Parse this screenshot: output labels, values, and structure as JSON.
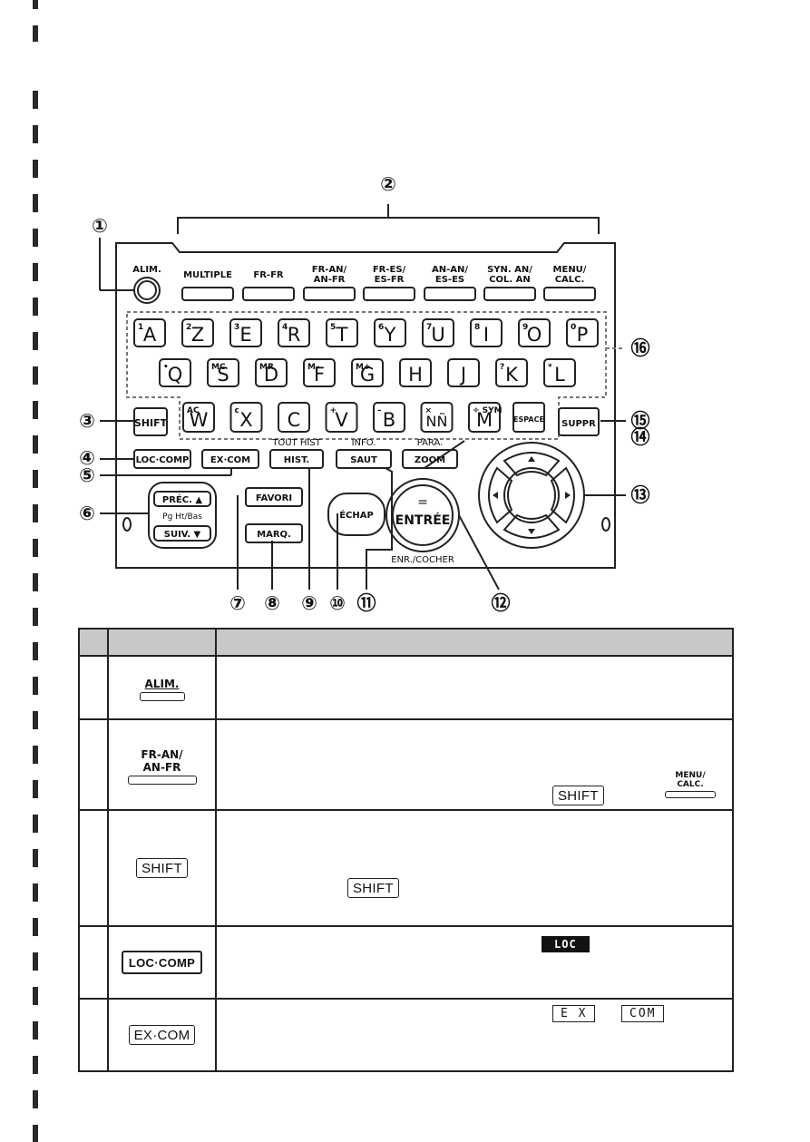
{
  "callouts": [
    "①",
    "②",
    "③",
    "④",
    "⑤",
    "⑥",
    "⑦",
    "⑧",
    "⑨",
    "⑩",
    "⑪",
    "⑫",
    "⑬",
    "⑭",
    "⑮",
    "⑯"
  ],
  "top_keys": {
    "alim": "ALIM.",
    "multiple": "MULTIPLE",
    "fr_fr": "FR-FR",
    "fr_an_1": "FR-AN/",
    "fr_an_2": "AN-FR",
    "fr_es_1": "FR-ES/",
    "fr_es_2": "ES-FR",
    "an_an_1": "AN-AN/",
    "an_an_2": "ES-ES",
    "syn_1": "SYN. AN/",
    "syn_2": "COL. AN",
    "menu_1": "MENU/",
    "menu_2": "CALC."
  },
  "rows": {
    "row1": [
      {
        "main": "A",
        "sub": "1"
      },
      {
        "main": "Z",
        "sub": "2"
      },
      {
        "main": "E",
        "sub": "3"
      },
      {
        "main": "R",
        "sub": "4"
      },
      {
        "main": "T",
        "sub": "5"
      },
      {
        "main": "Y",
        "sub": "6"
      },
      {
        "main": "U",
        "sub": "7"
      },
      {
        "main": "I",
        "sub": "8"
      },
      {
        "main": "O",
        "sub": "9"
      },
      {
        "main": "P",
        "sub": "0"
      }
    ],
    "row2": [
      {
        "main": "Q",
        "sub": "•"
      },
      {
        "main": "S",
        "sub": "MC"
      },
      {
        "main": "D",
        "sub": "MR"
      },
      {
        "main": "F",
        "sub": "M–"
      },
      {
        "main": "G",
        "sub": "M+"
      },
      {
        "main": "H",
        "sub": ""
      },
      {
        "main": "J",
        "sub": ""
      },
      {
        "main": "K",
        "sub": "?"
      },
      {
        "main": "L",
        "sub": "*"
      }
    ],
    "row3": [
      {
        "main": "W",
        "sub": "AC"
      },
      {
        "main": "X",
        "sub": "c"
      },
      {
        "main": "C",
        "sub": ""
      },
      {
        "main": "V",
        "sub": "+"
      },
      {
        "main": "B",
        "sub": "–"
      },
      {
        "main": "NÑ",
        "sub": "×"
      },
      {
        "main": "M",
        "sub": "÷ SYM"
      }
    ]
  },
  "keys": {
    "shift": "SHIFT",
    "espace": "ESPACE",
    "suppr": "SUPPR",
    "loc_comp": "LOC·COMP",
    "ex_com": "EX·COM",
    "tout_hist": "TOUT HIST",
    "hist": "HIST.",
    "info": "INFO.",
    "saut": "SAUT",
    "para": "PARA.",
    "zoom": "ZOOM",
    "prec": "PRÉC. ▲",
    "pg": "Pg Ht/Bas",
    "suiv": "SUIV. ▼",
    "favori": "FAVORI",
    "marq": "MARQ.",
    "echap": "ÉCHAP",
    "equals": "=",
    "entree": "ENTRÉE",
    "enr": "ENR./COCHER"
  },
  "table": {
    "headers": [
      "",
      "",
      ""
    ],
    "rows": [
      {
        "icon_text": "ALIM."
      },
      {
        "icon_text_1": "FR-AN/",
        "icon_text_2": "AN-FR",
        "shift": "SHIFT",
        "menu_1": "MENU/",
        "menu_2": "CALC."
      },
      {
        "icon_text": "SHIFT",
        "shift": "SHIFT"
      },
      {
        "icon_text": "LOC·COMP",
        "indicator": "LOC"
      },
      {
        "icon_text": "EX·COM",
        "indicator_1": "E X",
        "indicator_2": "COM"
      }
    ]
  },
  "colors": {
    "line": "#222222",
    "header_bg": "#c8c8c8",
    "dash": "#2a2a2a"
  }
}
